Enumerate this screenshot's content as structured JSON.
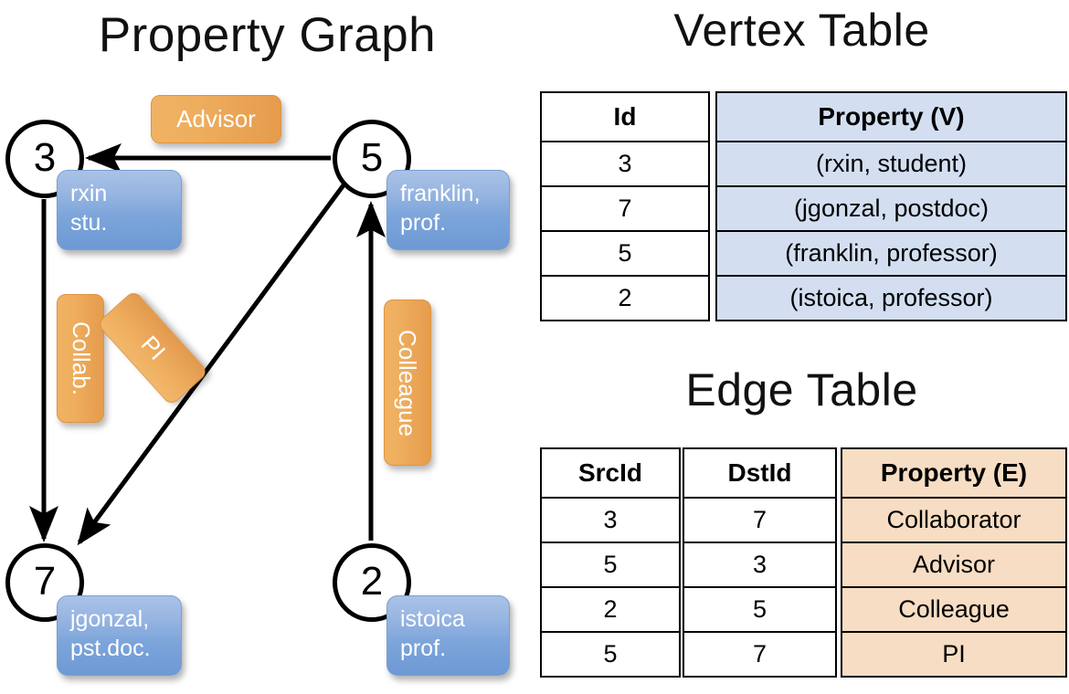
{
  "titles": {
    "property_graph": "Property Graph",
    "vertex_table": "Vertex Table",
    "edge_table": "Edge Table"
  },
  "colors": {
    "vertex_property_fill": "#d3dff1",
    "edge_property_fill": "#f7ddc3",
    "node_box_blue": "#7ba4da",
    "edge_label_orange": "#eeae5e",
    "outline": "#000000"
  },
  "graph": {
    "vertices": [
      {
        "id": "3",
        "property_line1": "rxin",
        "property_line2": "stu."
      },
      {
        "id": "5",
        "property_line1": "franklin,",
        "property_line2": "prof."
      },
      {
        "id": "7",
        "property_line1": "jgonzal,",
        "property_line2": "pst.doc."
      },
      {
        "id": "2",
        "property_line1": "istoica",
        "property_line2": "prof."
      }
    ],
    "edge_labels": [
      {
        "name": "advisor",
        "text": "Advisor"
      },
      {
        "name": "collab",
        "text": "Collab."
      },
      {
        "name": "pi",
        "text": "PI"
      },
      {
        "name": "colleague",
        "text": "Colleague"
      }
    ],
    "edges": [
      {
        "src": "5",
        "dst": "3",
        "label": "Advisor"
      },
      {
        "src": "3",
        "dst": "7",
        "label": "Collab."
      },
      {
        "src": "5",
        "dst": "7",
        "label": "PI"
      },
      {
        "src": "2",
        "dst": "5",
        "label": "Colleague"
      }
    ]
  },
  "vertex_table": {
    "headers": {
      "id": "Id",
      "property": "Property (V)"
    },
    "rows": [
      {
        "id": "3",
        "property": "(rxin, student)"
      },
      {
        "id": "7",
        "property": "(jgonzal, postdoc)"
      },
      {
        "id": "5",
        "property": "(franklin, professor)"
      },
      {
        "id": "2",
        "property": "(istoica, professor)"
      }
    ]
  },
  "edge_table": {
    "headers": {
      "src": "SrcId",
      "dst": "DstId",
      "property": "Property (E)"
    },
    "rows": [
      {
        "src": "3",
        "dst": "7",
        "property": "Collaborator"
      },
      {
        "src": "5",
        "dst": "3",
        "property": "Advisor"
      },
      {
        "src": "2",
        "dst": "5",
        "property": "Colleague"
      },
      {
        "src": "5",
        "dst": "7",
        "property": "PI"
      }
    ]
  }
}
